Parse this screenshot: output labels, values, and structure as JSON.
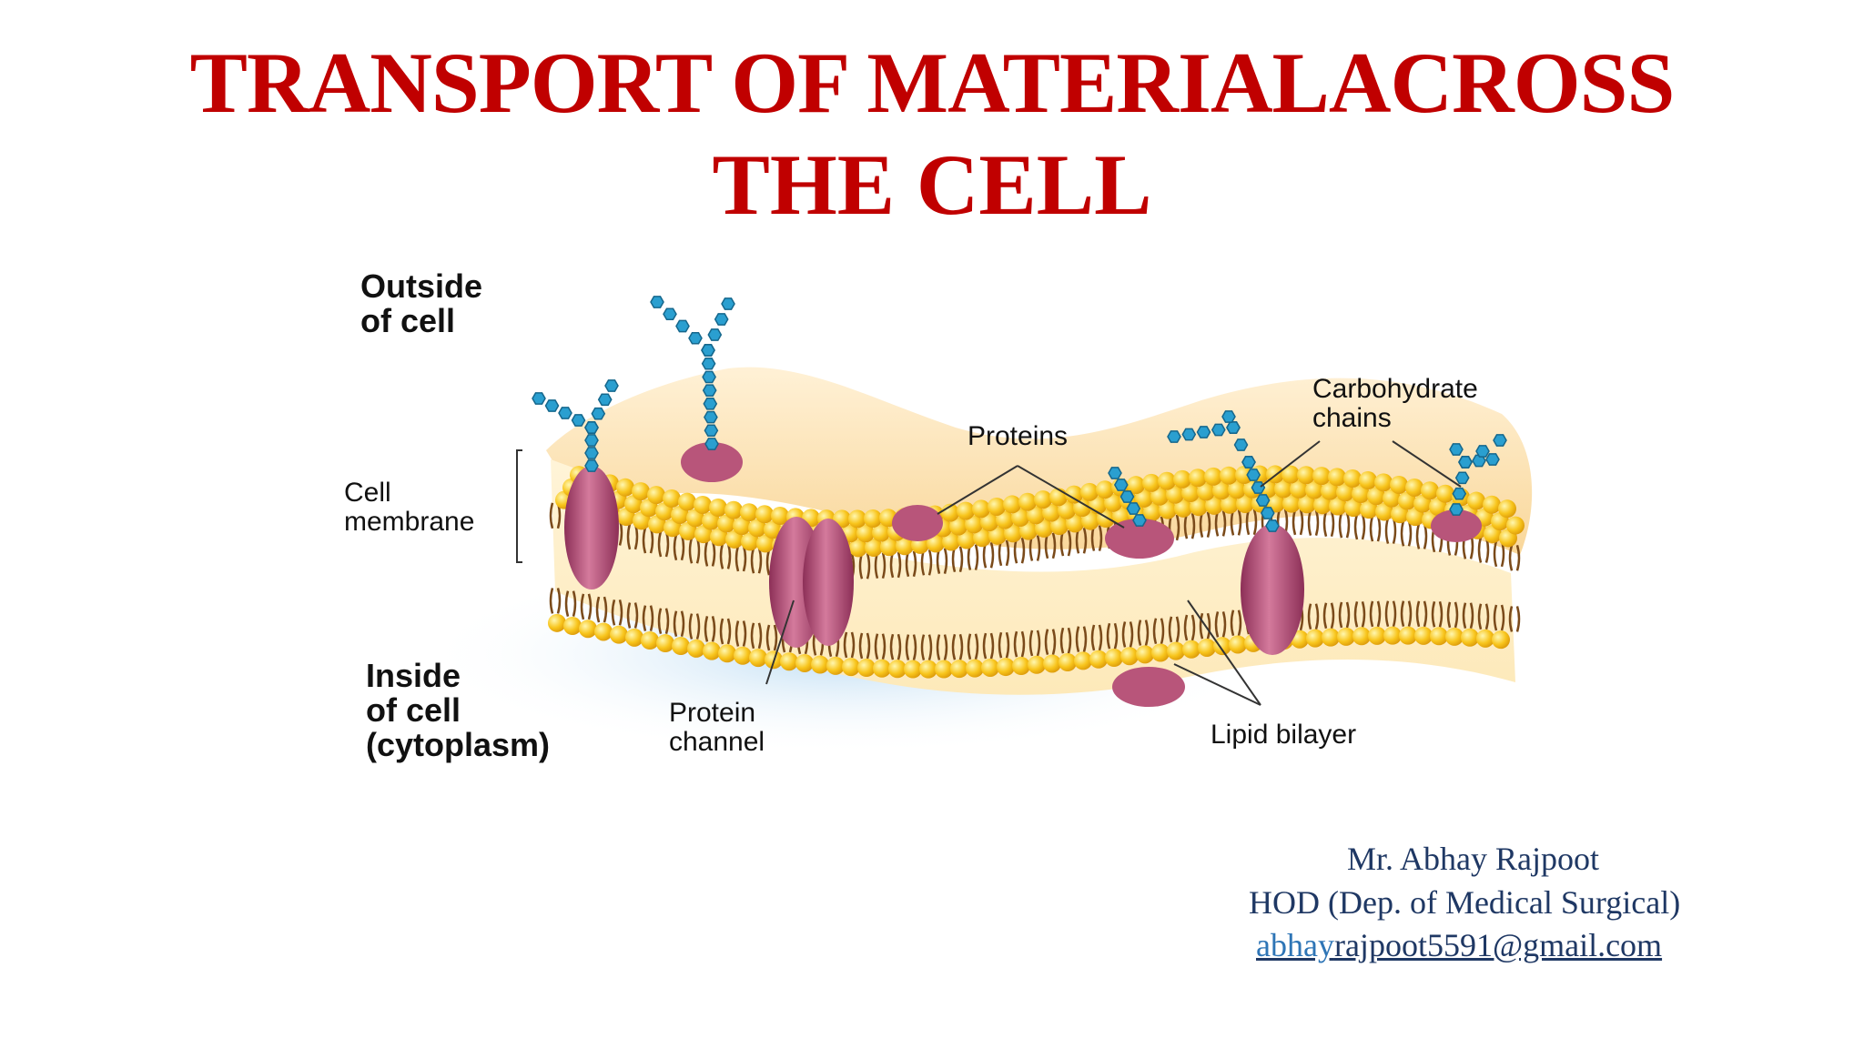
{
  "slide": {
    "title_line1": "TRANSPORT OF  MATERIALACROSS",
    "title_line2": "THE    CELL"
  },
  "diagram": {
    "labels": {
      "outside": "Outside\nof cell",
      "cell_membrane": "Cell\nmembrane",
      "inside": "Inside\nof cell\n(cytoplasm)",
      "proteins": "Proteins",
      "carbohydrate": "Carbohydrate\nchains",
      "protein_channel": "Protein\nchannel",
      "lipid_bilayer": "Lipid bilayer"
    },
    "colors": {
      "lipid_head": "#f6c21a",
      "lipid_tail": "#7a4a1a",
      "protein": "#b8557a",
      "carbohydrate": "#2a9fd0",
      "membrane_top": "#fbe3b5",
      "cytoplasm": "#cfe6f5"
    }
  },
  "credit": {
    "name": "Mr. Abhay Rajpoot",
    "role": "HOD (Dep. of Medical Surgical)",
    "email_user": "abhay",
    "email_rest": "rajpoot5591@gmail.com"
  }
}
